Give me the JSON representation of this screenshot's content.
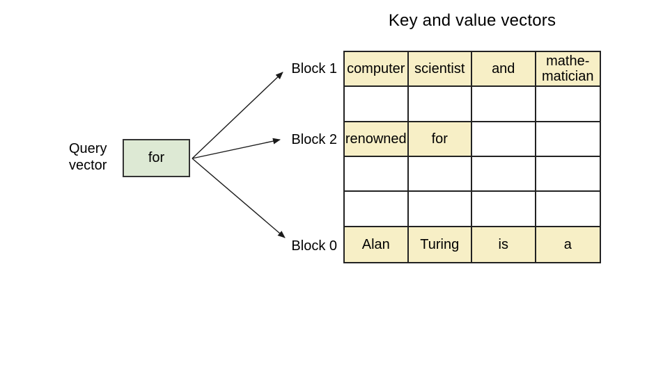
{
  "title": "Key and value vectors",
  "query": {
    "label_line1": "Query",
    "label_line2": "vector",
    "box_text": "for"
  },
  "blocks": {
    "block1": "Block 1",
    "block2": "Block 2",
    "block0": "Block 0"
  },
  "table": {
    "columns": 4,
    "rows": [
      {
        "cells": [
          "computer",
          "scientist",
          "and",
          "mathe-matician"
        ],
        "highlighted": [
          true,
          true,
          true,
          true
        ]
      },
      {
        "cells": [
          "",
          "",
          "",
          ""
        ],
        "highlighted": [
          false,
          false,
          false,
          false
        ]
      },
      {
        "cells": [
          "renowned",
          "for",
          "",
          ""
        ],
        "highlighted": [
          true,
          true,
          false,
          false
        ]
      },
      {
        "cells": [
          "",
          "",
          "",
          ""
        ],
        "highlighted": [
          false,
          false,
          false,
          false
        ]
      },
      {
        "cells": [
          "",
          "",
          "",
          ""
        ],
        "highlighted": [
          false,
          false,
          false,
          false
        ]
      },
      {
        "cells": [
          "Alan",
          "Turing",
          "is",
          "a"
        ],
        "highlighted": [
          true,
          true,
          true,
          true
        ]
      }
    ]
  },
  "colors": {
    "highlight": "#f7efc6",
    "query_box": "#dde9d4",
    "border": "#222222",
    "arrow": "#1a1a1a"
  }
}
